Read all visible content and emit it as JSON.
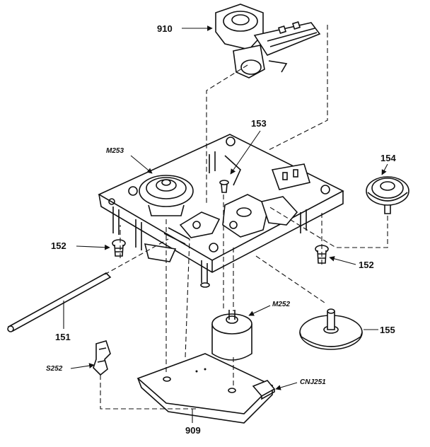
{
  "labels": {
    "l910": "910",
    "l153": "153",
    "l154": "154",
    "m253": "M253",
    "l152a": "152",
    "l152b": "152",
    "l151": "151",
    "m252": "M252",
    "l155": "155",
    "s252": "S252",
    "cnj251": "CNJ251",
    "l909": "909"
  }
}
